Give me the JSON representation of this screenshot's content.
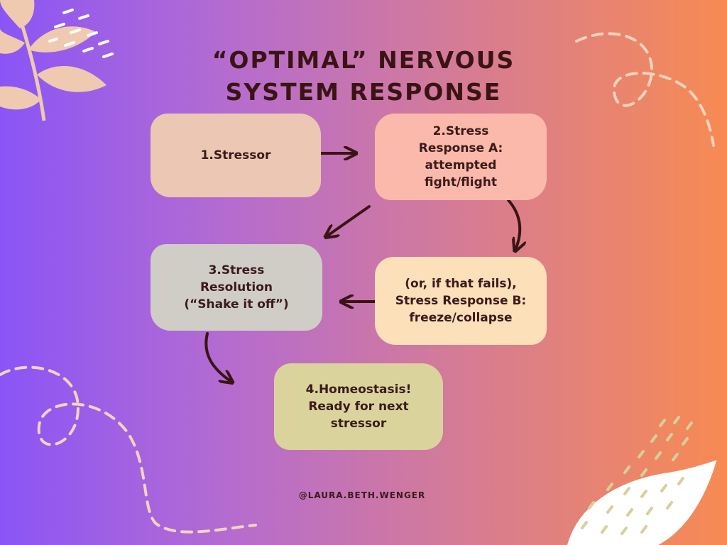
{
  "title": {
    "line1": "“OPTIMAL” NERVOUS",
    "line2": "SYSTEM RESPONSE"
  },
  "nodes": {
    "stressor": {
      "lines": [
        "1.Stressor"
      ]
    },
    "response_a": {
      "lines": [
        "2.Stress",
        "Response A:",
        "attempted",
        "fight/flight"
      ]
    },
    "resolution": {
      "lines": [
        "3.Stress",
        "Resolution",
        "(“Shake it off”)"
      ]
    },
    "response_b": {
      "lines": [
        "(or, if that fails),",
        "Stress Response B:",
        "freeze/collapse"
      ]
    },
    "homeostasis": {
      "lines": [
        "4.Homeostasis!",
        "Ready for next",
        "stressor"
      ]
    }
  },
  "credit": "@LAURA.BETH.WENGER",
  "colors": {
    "stressor": "#ecc8b4",
    "response_a": "#fbb9ab",
    "resolution": "#cfcdc6",
    "response_b": "#fce0ba",
    "homeostasis": "#dad49c",
    "text": "#3a1a1a",
    "arrow": "#3a1414",
    "decor": "#f3cdb0"
  }
}
